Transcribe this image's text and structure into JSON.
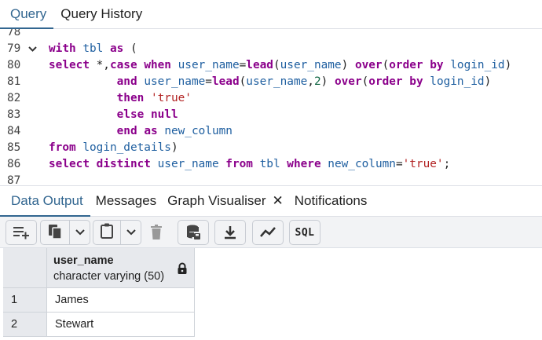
{
  "top_tabs": [
    {
      "label": "Query",
      "active": true
    },
    {
      "label": "Query History",
      "active": false
    }
  ],
  "editor": {
    "lines": [
      {
        "num": "78",
        "fold": "",
        "tokens": []
      },
      {
        "num": "79",
        "fold": "v",
        "tokens": [
          [
            "kw",
            "with"
          ],
          [
            "pl",
            " "
          ],
          [
            "id",
            "tbl"
          ],
          [
            "pl",
            " "
          ],
          [
            "kw",
            "as"
          ],
          [
            "pl",
            " ("
          ]
        ]
      },
      {
        "num": "80",
        "fold": "",
        "tokens": [
          [
            "kw",
            "select"
          ],
          [
            "pl",
            " *,"
          ],
          [
            "kw",
            "case"
          ],
          [
            "pl",
            " "
          ],
          [
            "kw",
            "when"
          ],
          [
            "pl",
            " "
          ],
          [
            "id",
            "user_name"
          ],
          [
            "pl",
            "="
          ],
          [
            "fn",
            "lead"
          ],
          [
            "pl",
            "("
          ],
          [
            "id",
            "user_name"
          ],
          [
            "pl",
            ") "
          ],
          [
            "kw",
            "over"
          ],
          [
            "pl",
            "("
          ],
          [
            "kw",
            "order"
          ],
          [
            "pl",
            " "
          ],
          [
            "kw",
            "by"
          ],
          [
            "pl",
            " "
          ],
          [
            "id",
            "login_id"
          ],
          [
            "pl",
            ")"
          ]
        ]
      },
      {
        "num": "81",
        "fold": "",
        "tokens": [
          [
            "pl",
            "          "
          ],
          [
            "kw",
            "and"
          ],
          [
            "pl",
            " "
          ],
          [
            "id",
            "user_name"
          ],
          [
            "pl",
            "="
          ],
          [
            "fn",
            "lead"
          ],
          [
            "pl",
            "("
          ],
          [
            "id",
            "user_name"
          ],
          [
            "pl",
            ","
          ],
          [
            "num",
            "2"
          ],
          [
            "pl",
            ") "
          ],
          [
            "kw",
            "over"
          ],
          [
            "pl",
            "("
          ],
          [
            "kw",
            "order"
          ],
          [
            "pl",
            " "
          ],
          [
            "kw",
            "by"
          ],
          [
            "pl",
            " "
          ],
          [
            "id",
            "login_id"
          ],
          [
            "pl",
            ")"
          ]
        ]
      },
      {
        "num": "82",
        "fold": "",
        "tokens": [
          [
            "pl",
            "          "
          ],
          [
            "kw",
            "then"
          ],
          [
            "pl",
            " "
          ],
          [
            "str",
            "'true'"
          ]
        ]
      },
      {
        "num": "83",
        "fold": "",
        "tokens": [
          [
            "pl",
            "          "
          ],
          [
            "kw",
            "else"
          ],
          [
            "pl",
            " "
          ],
          [
            "kw",
            "null"
          ]
        ]
      },
      {
        "num": "84",
        "fold": "",
        "tokens": [
          [
            "pl",
            "          "
          ],
          [
            "kw",
            "end"
          ],
          [
            "pl",
            " "
          ],
          [
            "kw",
            "as"
          ],
          [
            "pl",
            " "
          ],
          [
            "id",
            "new_column"
          ]
        ]
      },
      {
        "num": "85",
        "fold": "",
        "tokens": [
          [
            "kw",
            "from"
          ],
          [
            "pl",
            " "
          ],
          [
            "id",
            "login_details"
          ],
          [
            "pl",
            ")"
          ]
        ]
      },
      {
        "num": "86",
        "fold": "",
        "tokens": [
          [
            "kw",
            "select"
          ],
          [
            "pl",
            " "
          ],
          [
            "kw",
            "distinct"
          ],
          [
            "pl",
            " "
          ],
          [
            "id",
            "user_name"
          ],
          [
            "pl",
            " "
          ],
          [
            "kw",
            "from"
          ],
          [
            "pl",
            " "
          ],
          [
            "id",
            "tbl"
          ],
          [
            "pl",
            " "
          ],
          [
            "kw",
            "where"
          ],
          [
            "pl",
            " "
          ],
          [
            "id",
            "new_column"
          ],
          [
            "pl",
            "="
          ],
          [
            "str",
            "'true'"
          ],
          [
            "pl",
            ";"
          ]
        ]
      },
      {
        "num": "87",
        "fold": "",
        "tokens": []
      }
    ]
  },
  "panel_tabs": {
    "data_output": "Data Output",
    "messages": "Messages",
    "graph_visualiser": "Graph Visualiser",
    "graph_close": "✕",
    "notifications": "Notifications"
  },
  "toolbar": {
    "sql_label": "SQL",
    "icons": [
      "add-row-icon",
      "copy-icon",
      "chevron-down-icon",
      "paste-icon",
      "chevron-down-icon",
      "delete-icon",
      "save-data-icon",
      "download-icon",
      "graph-icon",
      "sql-icon"
    ]
  },
  "grid": {
    "columns": [
      {
        "name": "user_name",
        "type": "character varying (50)",
        "locked": true
      }
    ],
    "rows": [
      {
        "num": "1",
        "user_name": "James"
      },
      {
        "num": "2",
        "user_name": "Stewart"
      }
    ]
  },
  "colors": {
    "accent": "#326690",
    "keyword": "#8b008b",
    "identifier": "#1f5fa0",
    "string": "#b22222"
  }
}
